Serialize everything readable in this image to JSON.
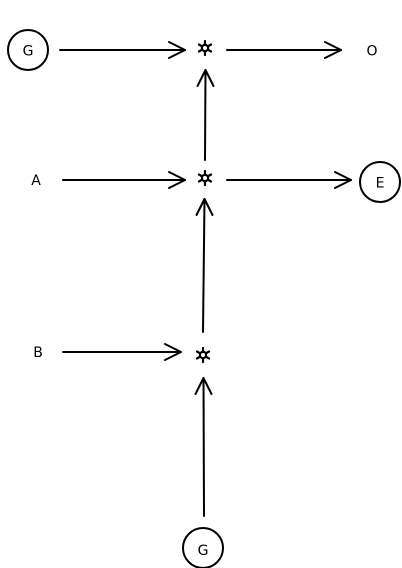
{
  "nodes": {
    "g_top": {
      "label": "G",
      "shape": "circle"
    },
    "o": {
      "label": "O",
      "shape": "text"
    },
    "a": {
      "label": "A",
      "shape": "text"
    },
    "e": {
      "label": "E",
      "shape": "circle"
    },
    "b": {
      "label": "B",
      "shape": "text"
    },
    "g_bottom": {
      "label": "G",
      "shape": "circle"
    },
    "junction_top": {
      "shape": "gear-icon"
    },
    "junction_middle": {
      "shape": "gear-icon"
    },
    "junction_bottom": {
      "shape": "gear-icon"
    }
  },
  "edges": [
    {
      "from": "g_top",
      "to": "junction_top"
    },
    {
      "from": "junction_top",
      "to": "o"
    },
    {
      "from": "junction_middle",
      "to": "junction_top"
    },
    {
      "from": "a",
      "to": "junction_middle"
    },
    {
      "from": "junction_middle",
      "to": "e"
    },
    {
      "from": "junction_bottom",
      "to": "junction_middle"
    },
    {
      "from": "b",
      "to": "junction_bottom"
    },
    {
      "from": "g_bottom",
      "to": "junction_bottom"
    }
  ],
  "colors": {
    "stroke": "#000000",
    "background": "#ffffff"
  }
}
